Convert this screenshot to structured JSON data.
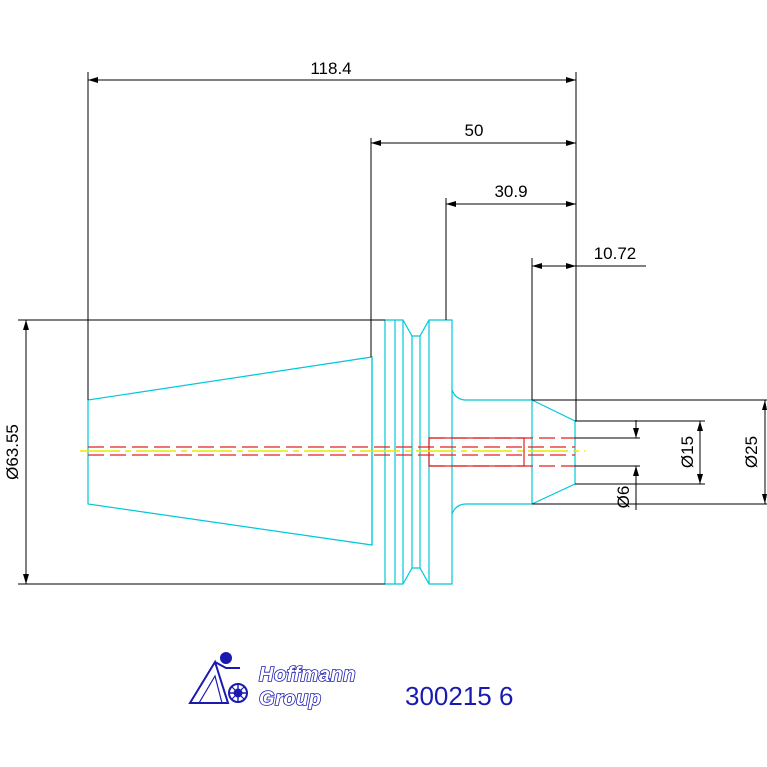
{
  "drawing": {
    "dimensions": {
      "overall_length": "118.4",
      "taper_to_end": "50",
      "flange_to_end": "30.9",
      "tip_length": "10.72",
      "flange_diameter": "Ø63.55",
      "bore_diameter": "Ø15",
      "shank_diameter": "Ø25",
      "inner_diameter": "Ø6"
    },
    "colors": {
      "outline": "#00c8d8",
      "dimension": "#000000",
      "hidden_line": "#e02020",
      "center_line": "#e8e800",
      "brand": "#1a1ab0"
    }
  },
  "footer": {
    "logo_line1": "Hoffmann",
    "logo_line2": "Group",
    "part_number": "300215 6"
  }
}
